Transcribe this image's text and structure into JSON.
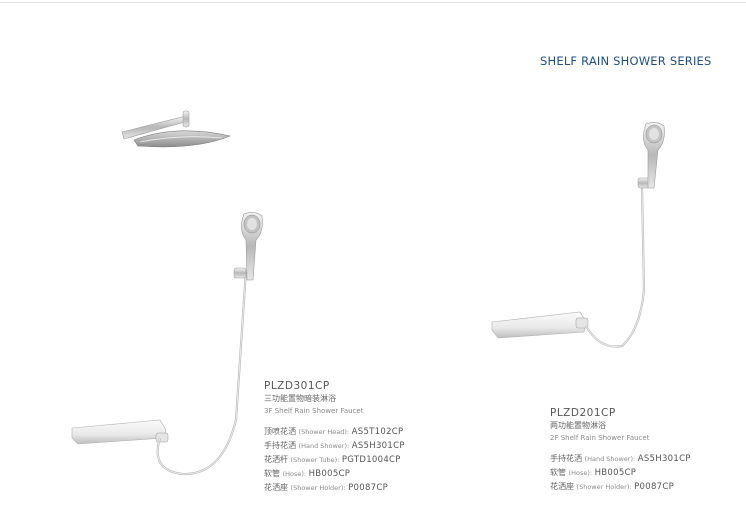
{
  "header": {
    "series_title": "SHELF RAIN SHOWER SERIES"
  },
  "products": [
    {
      "code": "PLZD301CP",
      "name_cn": "三功能置物暗装淋浴",
      "name_en": "3F Shelf Rain Shower Faucet",
      "parts": [
        {
          "cn": "顶喷花洒",
          "en": "(Shower Head):",
          "pn": "AS5T102CP"
        },
        {
          "cn": "手持花洒",
          "en": "(Hand Shower):",
          "pn": "AS5H301CP"
        },
        {
          "cn": "花洒杆",
          "en": "(Shower Tube):",
          "pn": "PGTD1004CP"
        },
        {
          "cn": "软管",
          "en": "(Hose):",
          "pn": "HB005CP"
        },
        {
          "cn": "花洒座",
          "en": "(Shower Holder):",
          "pn": "P0087CP"
        }
      ]
    },
    {
      "code": "PLZD201CP",
      "name_cn": "两功能置物淋浴",
      "name_en": "2F Shelf Rain Shower Faucet",
      "parts": [
        {
          "cn": "手持花洒",
          "en": "(Hand Shower):",
          "pn": "AS5H301CP"
        },
        {
          "cn": "软管",
          "en": "(Hose):",
          "pn": "HB005CP"
        },
        {
          "cn": "花洒座",
          "en": "(Shower Holder):",
          "pn": "P0087CP"
        }
      ]
    }
  ]
}
